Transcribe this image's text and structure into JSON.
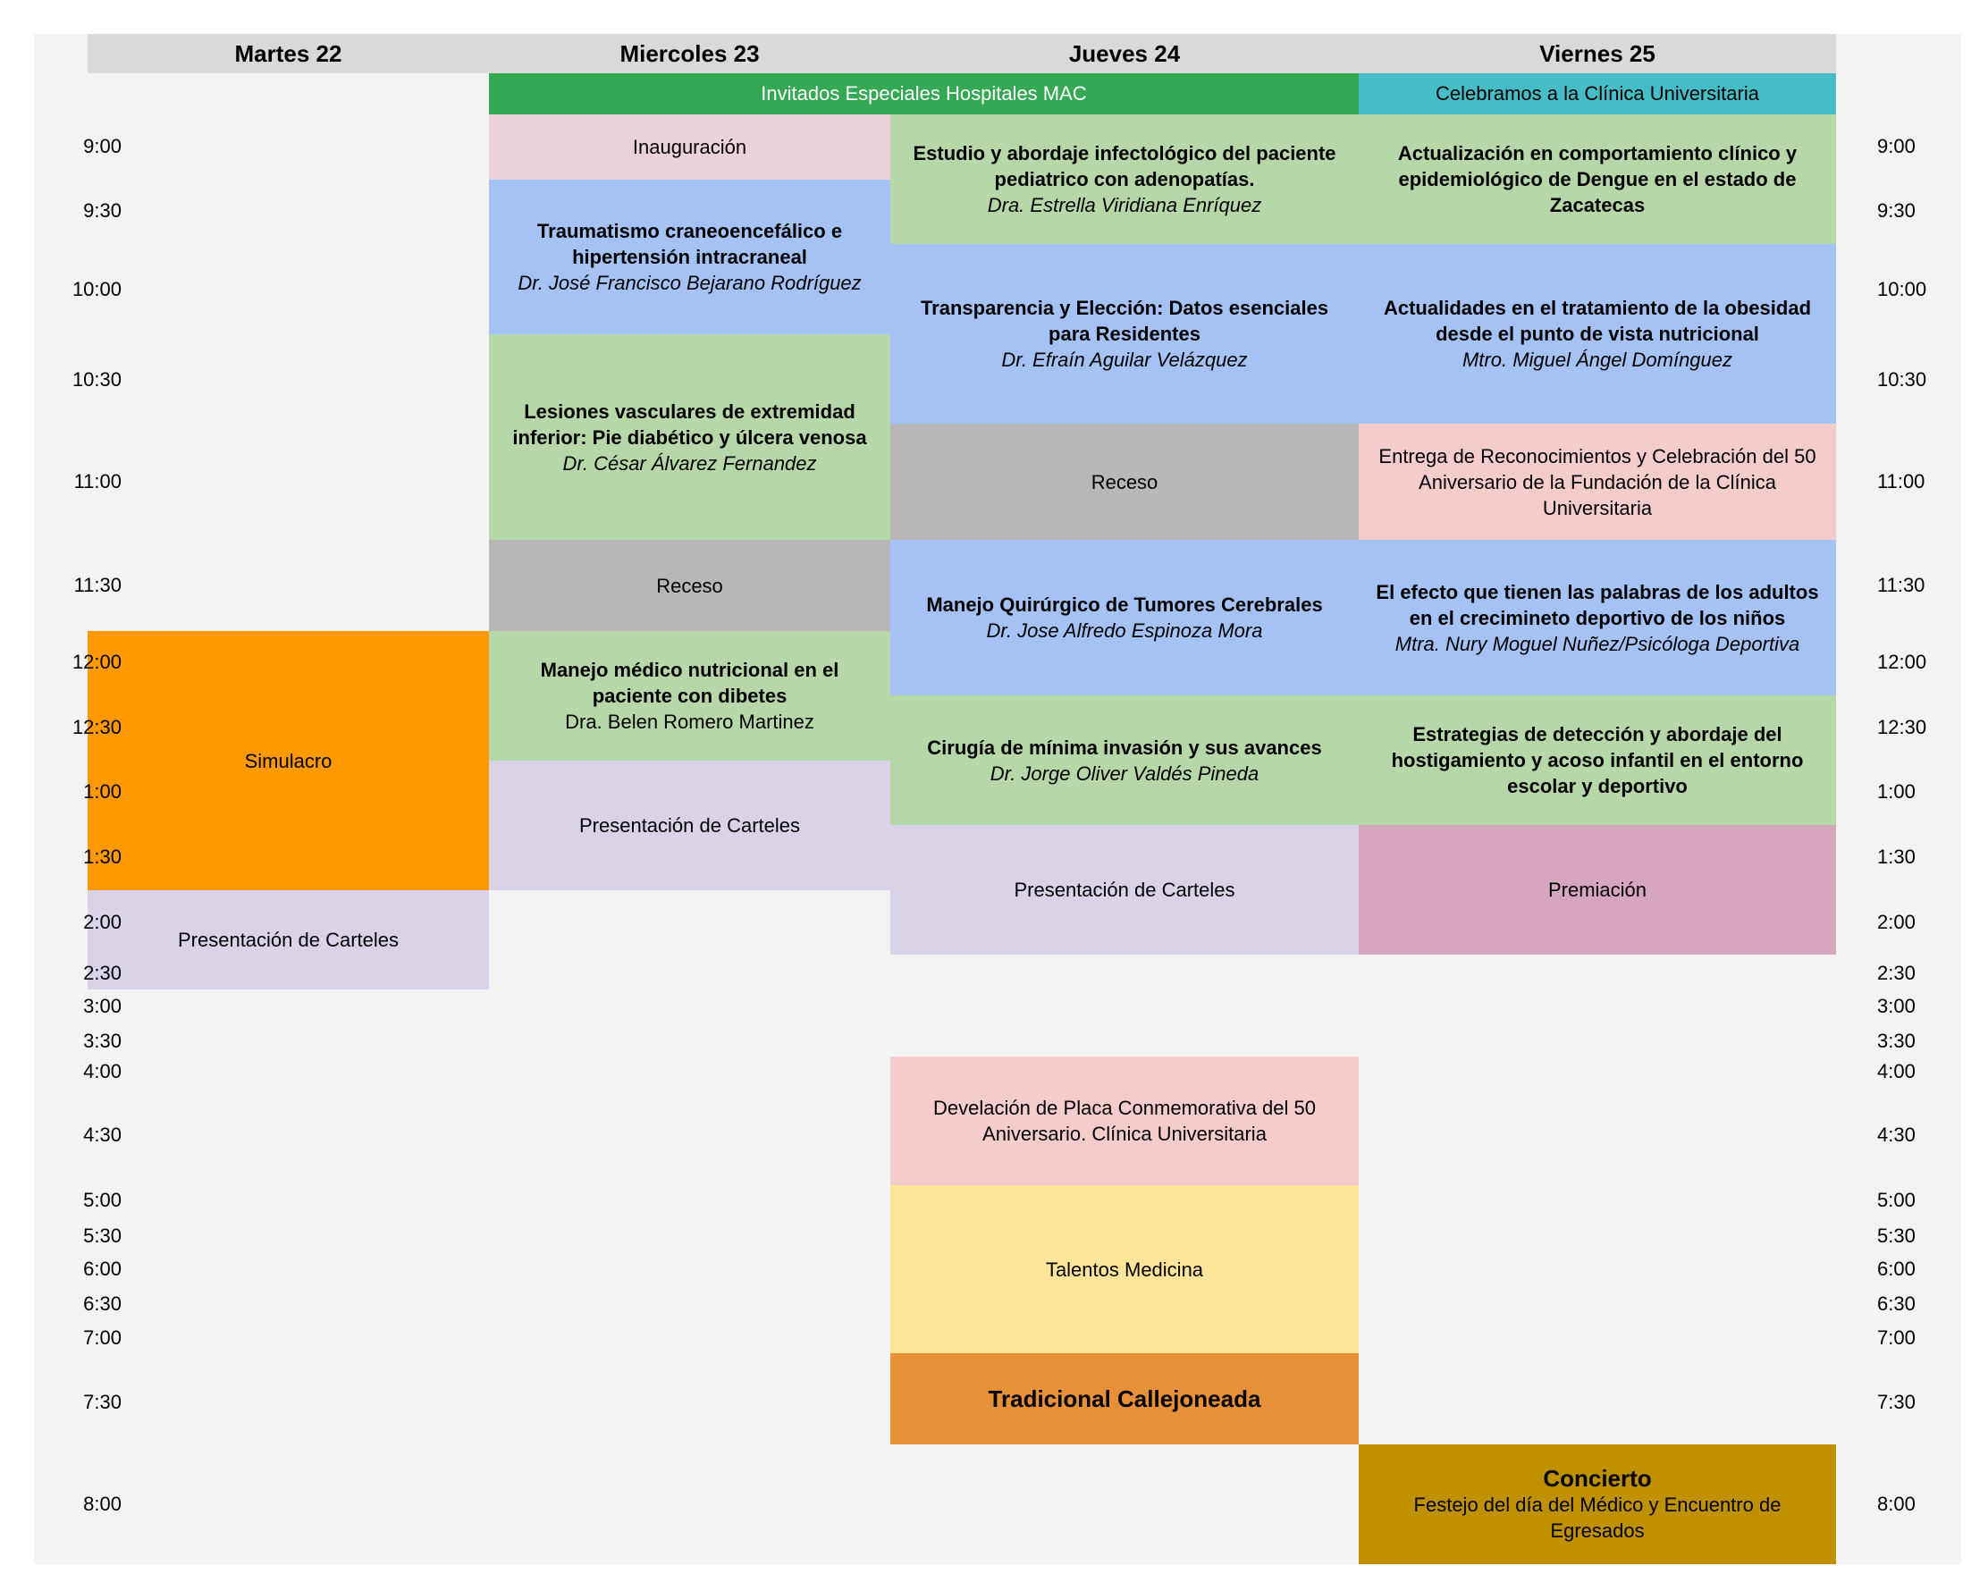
{
  "days": [
    "Martes 22",
    "Miercoles 23",
    "Jueves 24",
    "Viernes 25"
  ],
  "banners": {
    "mac": "Invitados Especiales Hospitales MAC",
    "clinica": "Celebramos a la Clínica Universitaria"
  },
  "times": [
    "9:00",
    "9:30",
    "10:00",
    "10:30",
    "11:00",
    "11:30",
    "12:00",
    "12:30",
    "1:00",
    "1:30",
    "2:00",
    "2:30",
    "3:00",
    "3:30",
    "4:00",
    "4:30",
    "5:00",
    "5:30",
    "6:00",
    "6:30",
    "7:00",
    "7:30",
    "8:00"
  ],
  "colors": {
    "header": "#d9d9d9",
    "background": "#f3f3f3",
    "green_banner": "#34a853",
    "teal_banner": "#46bdc6",
    "pink": "#ead1dc",
    "blue": "#a4c2f4",
    "green": "#b6d7a8",
    "gray": "#b7b7b7",
    "orange": "#ff9900",
    "lavender": "#d9d2e9",
    "salmon": "#f4cccc",
    "mauve": "#d5a6bd",
    "yellow": "#ffe599",
    "dark_orange": "#e69138",
    "gold": "#bf9000"
  },
  "martes": {
    "simulacro": "Simulacro",
    "carteles": "Presentación de Carteles"
  },
  "miercoles": {
    "inauguracion": "Inauguración",
    "trauma": {
      "title": "Traumatismo craneoencefálico e hipertensión intracraneal",
      "speaker": "Dr. José Francisco Bejarano Rodríguez"
    },
    "lesiones": {
      "title": "Lesiones vasculares de extremidad inferior: Pie diabético y úlcera venosa",
      "speaker": "Dr. César Álvarez Fernandez"
    },
    "receso": "Receso",
    "manejo": {
      "title": "Manejo médico nutricional en el paciente con dibetes",
      "speaker": "Dra. Belen Romero Martinez"
    },
    "carteles": "Presentación de Carteles"
  },
  "jueves": {
    "estudio": {
      "title": "Estudio y abordaje infectológico del paciente pediatrico con adenopatías.",
      "speaker": "Dra. Estrella Viridiana Enríquez"
    },
    "transparencia": {
      "title": "Transparencia y Elección: Datos esenciales para Residentes",
      "speaker": "Dr. Efraín Aguilar Velázquez"
    },
    "receso": "Receso",
    "tumores": {
      "title": "Manejo Quirúrgico de Tumores Cerebrales",
      "speaker": "Dr. Jose Alfredo Espinoza Mora"
    },
    "cirugia": {
      "title": "Cirugía de mínima invasión y sus avances",
      "speaker": "Dr. Jorge Oliver Valdés Pineda"
    },
    "carteles": "Presentación de Carteles",
    "placa": "Develación de Placa Conmemorativa del 50 Aniversario. Clínica Universitaria",
    "talentos": "Talentos Medicina",
    "callejoneada": "Tradicional Callejoneada"
  },
  "viernes": {
    "dengue": {
      "title": "Actualización en comportamiento clínico y epidemiológico de Dengue en el estado de Zacatecas"
    },
    "obesidad": {
      "title": "Actualidades en el tratamiento de la obesidad desde el punto de vista nutricional",
      "speaker": "Mtro. Miguel Ángel Domínguez"
    },
    "reconocimientos": "Entrega de Reconocimientos y Celebración del 50 Aniversario de la Fundación de la Clínica Universitaria",
    "palabras": {
      "title": "El efecto que tienen las palabras de los adultos en el crecimineto deportivo de los niños",
      "speaker": "Mtra. Nury Moguel Nuñez/Psicóloga Deportiva"
    },
    "hostigamiento": {
      "title": "Estrategias de detección y abordaje del hostigamiento y acoso infantil en el entorno escolar y deportivo"
    },
    "premiacion": "Premiación",
    "concierto": {
      "title": "Concierto",
      "subtitle": "Festejo del día del Médico y Encuentro de Egresados"
    }
  }
}
